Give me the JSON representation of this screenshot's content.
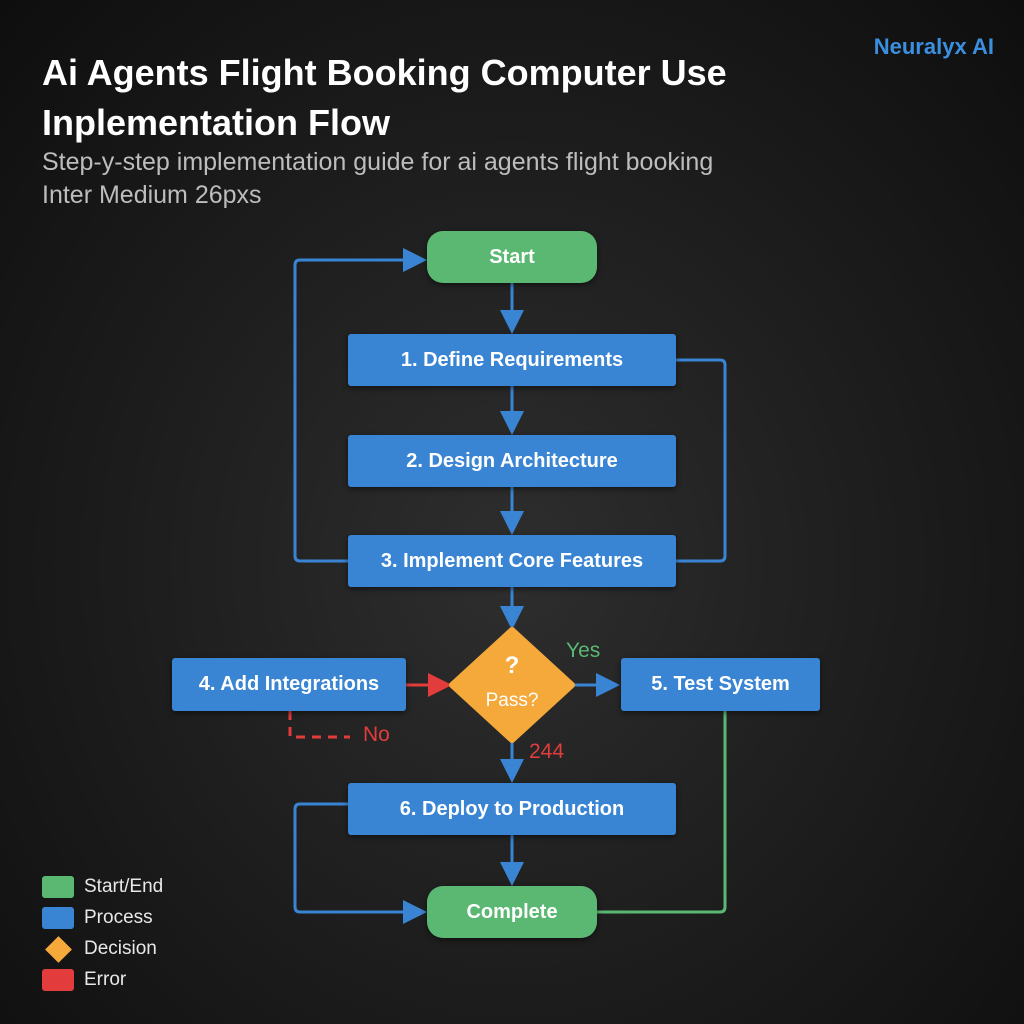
{
  "header": {
    "title_line1": "Ai Agents Flight Booking Computer Use",
    "title_line2": "Inplementation Flow",
    "subtitle_line1": "Step-y-step implementation guide for ai agents flight booking",
    "subtitle_line2": "Inter Medium 26pxs",
    "brand": "Neuralyx AI"
  },
  "nodes": {
    "start": "Start",
    "step1": "1. Define Requirements",
    "step2": "2. Design Architecture",
    "step3": "3. Implement Core Features",
    "step4": "4. Add Integrations",
    "decision_symbol": "?",
    "decision": "Pass?",
    "step5": "5. Test System",
    "step6": "6. Deploy to Production",
    "complete": "Complete"
  },
  "edge_labels": {
    "yes": "Yes",
    "no": "No",
    "number": "244"
  },
  "legend": [
    {
      "label": "Start/End",
      "color": "#5ab873"
    },
    {
      "label": "Process",
      "color": "#3a85d3"
    },
    {
      "label": "Decision",
      "color": "#f5a93b"
    },
    {
      "label": "Error",
      "color": "#e23c3c"
    }
  ],
  "colors": {
    "process": "#3a85d3",
    "terminal": "#5ab873",
    "decision": "#f5a93b",
    "error": "#e23c3c",
    "brand": "#3b8fe0"
  }
}
